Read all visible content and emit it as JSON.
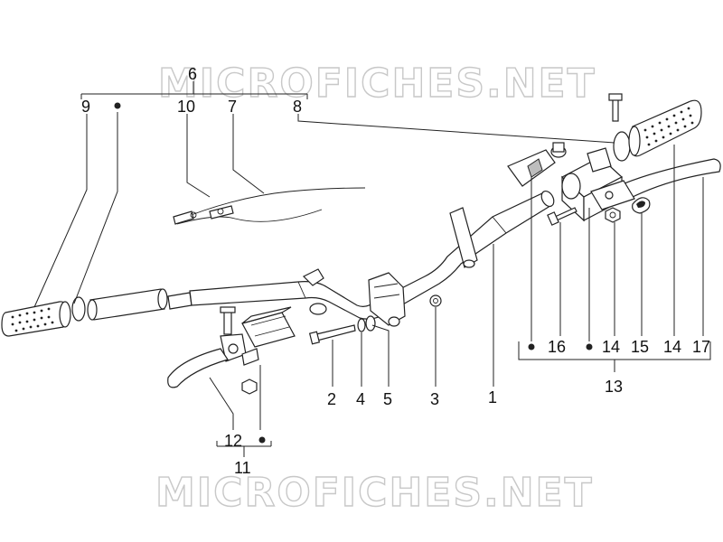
{
  "watermark": {
    "top": "MICROFICHES.NET",
    "bottom": "MICROFICHES.NET"
  },
  "callouts": {
    "n1": "1",
    "n2": "2",
    "n3": "3",
    "n4": "4",
    "n5": "5",
    "n6": "6",
    "n7": "7",
    "n8": "8",
    "n9": "9",
    "n10": "10",
    "n11": "11",
    "n12": "12",
    "n13": "13",
    "n14a": "14",
    "n14b": "14",
    "n15": "15",
    "n16": "16",
    "n17": "17"
  },
  "colors": {
    "line": "#222222",
    "watermark": "#c8c8c8",
    "shade": "#bdbdbd",
    "background": "#ffffff"
  }
}
